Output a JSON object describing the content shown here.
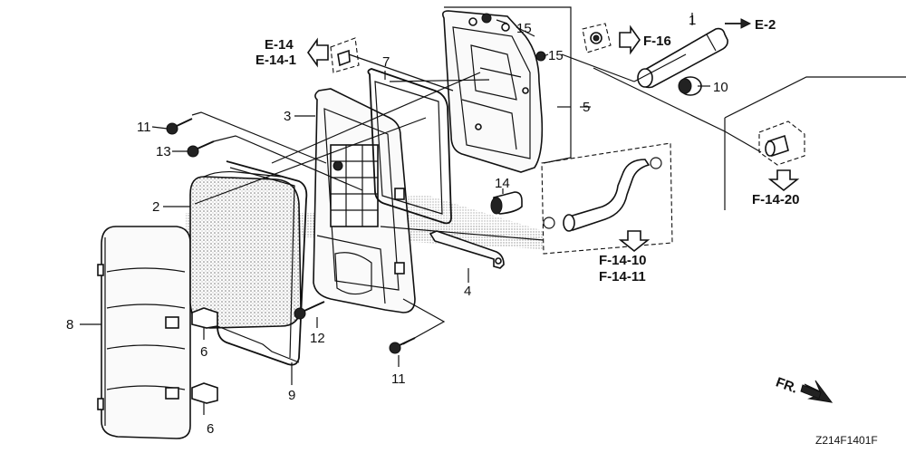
{
  "diagram": {
    "code": "Z214F1401F",
    "direction_label": "FR.",
    "callouts": [
      "1",
      "2",
      "3",
      "4",
      "5",
      "6",
      "6",
      "7",
      "8",
      "9",
      "10",
      "11",
      "11",
      "12",
      "13",
      "14",
      "15",
      "15"
    ],
    "references": {
      "e14": "E-14",
      "e14_1": "E-14-1",
      "f16": "F-16",
      "e2": "E-2",
      "f14_20": "F-14-20",
      "f14_10": "F-14-10",
      "f14_11": "F-14-11"
    }
  }
}
